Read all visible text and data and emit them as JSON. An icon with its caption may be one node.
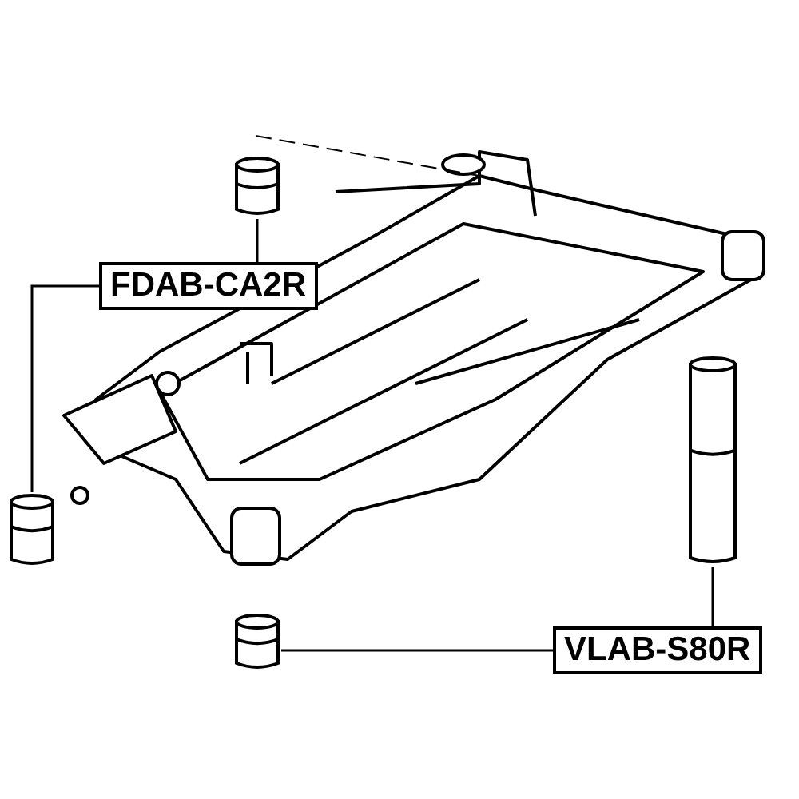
{
  "diagram": {
    "nodes": [
      {
        "text": [
          "FDAB-CA2R"
        ]
      },
      {
        "text": [
          "VLAB-S80R"
        ]
      },
      {
        "text": [],
        "shape": "cylinder"
      },
      {
        "text": [],
        "shape": "cylinder"
      },
      {
        "text": [],
        "shape": "cylinder"
      },
      {
        "text": [],
        "shape": "cylinder"
      }
    ],
    "edges": [
      {
        "from": 0,
        "to": 2,
        "arrow": "none"
      },
      {
        "from": 0,
        "to": 3,
        "arrow": "none"
      },
      {
        "from": 1,
        "to": 4,
        "arrow": "none"
      },
      {
        "from": 1,
        "to": 5,
        "arrow": "none"
      }
    ]
  }
}
